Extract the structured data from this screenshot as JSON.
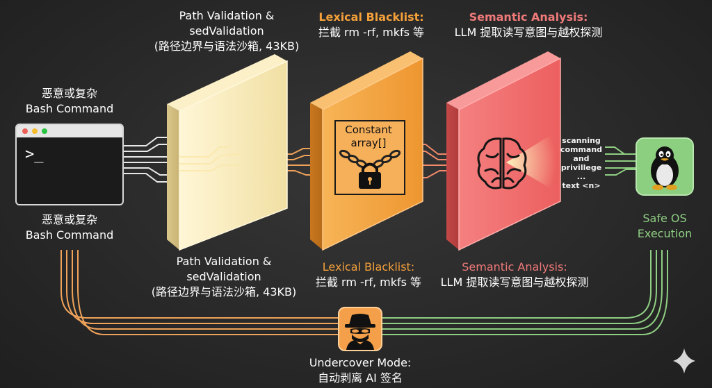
{
  "input": {
    "top_label": [
      "恶意或复杂",
      "Bash Command"
    ],
    "bottom_label": [
      "恶意或复杂",
      "Bash Command"
    ],
    "prompt": ">_"
  },
  "layer1": {
    "top_label": [
      "Path Validation &",
      "sedValidation",
      "(路径边界与语法沙箱, 43KB)"
    ],
    "bottom_label": [
      "Path Validation &",
      "sedValidation",
      "(路径边界与语法沙箱, 43KB)"
    ]
  },
  "layer2": {
    "top_title": "Lexical Blacklist:",
    "top_sub": "拦截 rm -rf, mkfs 等",
    "bottom_title": "Lexical Blacklist:",
    "bottom_sub": "拦截 rm -rf, mkfs 等",
    "inner_label": [
      "Constant",
      "array[]"
    ]
  },
  "layer3": {
    "top_title": "Semantic Analysis:",
    "top_sub": "LLM 提取读写意图与越权探测",
    "bottom_title": "Semantic Analysis:",
    "bottom_sub": "LLM 提取读写意图与越权探测",
    "scan_text": [
      "scanning",
      "command",
      "and",
      "privillege",
      "...",
      "text <n>"
    ]
  },
  "output": {
    "label": [
      "Safe OS",
      "Execution"
    ]
  },
  "undercover": {
    "label": [
      "Undercover Mode:",
      "自动剥离 AI 签名"
    ]
  },
  "colors": {
    "layer1": "#f3e6b5",
    "layer2": "#f3a33f",
    "layer3": "#f26d6d",
    "green": "#8fcf83",
    "orange_wire": "#f0a35a"
  },
  "icons": [
    "terminal-icon",
    "chain-lock-icon",
    "brain-icon",
    "tux-icon",
    "spy-icon",
    "sparkle-icon"
  ]
}
